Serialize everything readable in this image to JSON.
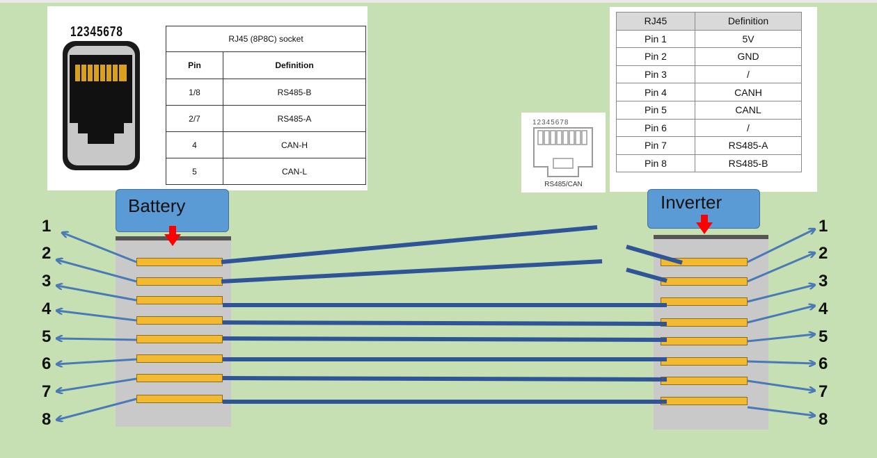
{
  "battery_panel": {
    "jack_numbers": "12345678",
    "table": {
      "caption": "RJ45 (8P8C) socket",
      "headers": [
        "Pin",
        "Definition"
      ],
      "rows": [
        {
          "pin": "1/8",
          "definition": "RS485-B"
        },
        {
          "pin": "2/7",
          "definition": "RS485-A"
        },
        {
          "pin": "4",
          "definition": "CAN-H"
        },
        {
          "pin": "5",
          "definition": "CAN-L"
        }
      ]
    }
  },
  "rs485_panel": {
    "numbers": "12345678",
    "label": "RS485/CAN"
  },
  "inverter_panel": {
    "table": {
      "headers": [
        "RJ45",
        "Definition"
      ],
      "rows": [
        {
          "pin": "Pin 1",
          "definition": "5V"
        },
        {
          "pin": "Pin 2",
          "definition": "GND"
        },
        {
          "pin": "Pin 3",
          "definition": "/"
        },
        {
          "pin": "Pin 4",
          "definition": "CANH"
        },
        {
          "pin": "Pin 5",
          "definition": "CANL"
        },
        {
          "pin": "Pin 6",
          "definition": "/"
        },
        {
          "pin": "Pin 7",
          "definition": "RS485-A"
        },
        {
          "pin": "Pin 8",
          "definition": "RS485-B"
        }
      ]
    }
  },
  "labels": {
    "battery": "Battery",
    "inverter": "Inverter"
  },
  "left_pins": [
    "1",
    "2",
    "3",
    "4",
    "5",
    "6",
    "7",
    "8"
  ],
  "right_pins": [
    "1",
    "2",
    "3",
    "4",
    "5",
    "6",
    "7",
    "8"
  ],
  "colors": {
    "background": "#c6e0b4",
    "wire": "#2f5597",
    "arrow": "#4a7ab5",
    "contact": "#f3b92f",
    "label_box": "#5b9bd5",
    "marker": "#ff0000"
  }
}
